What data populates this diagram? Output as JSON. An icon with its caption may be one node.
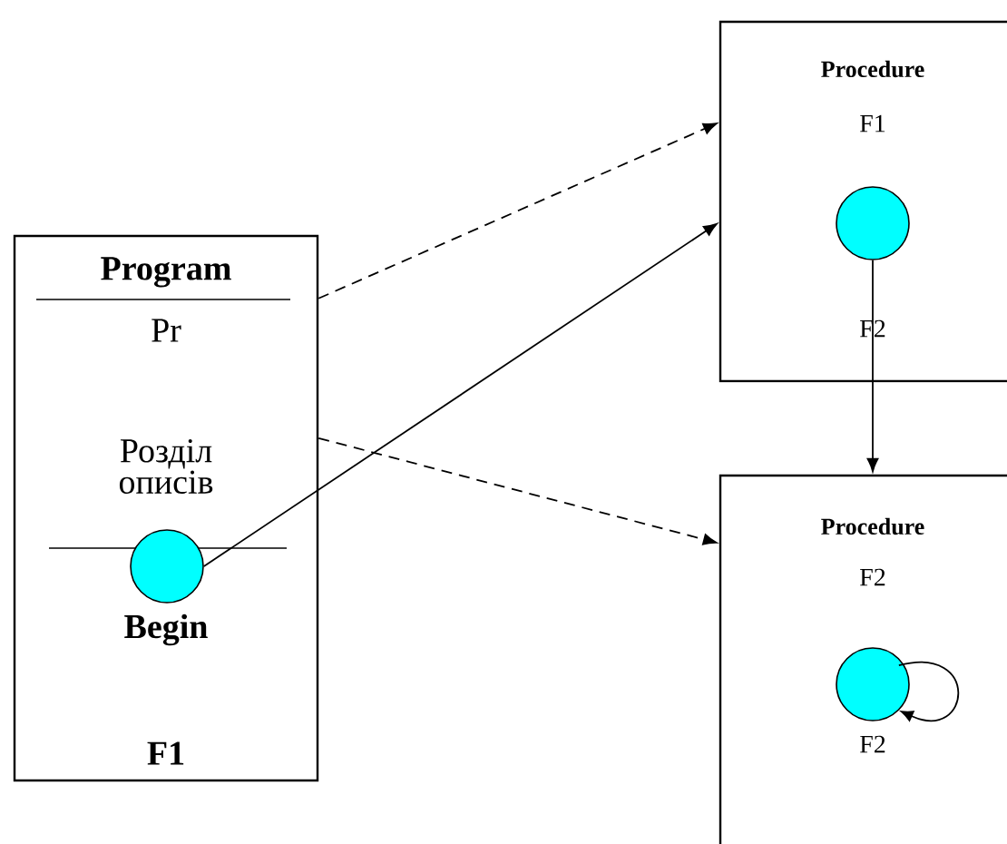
{
  "diagram": {
    "nodes": [
      {
        "text": [
          "**Program**",
          "Pr",
          "Розділ описів",
          "**Begin**",
          "**F1**"
        ]
      },
      {
        "text": [],
        "shape": "circle",
        "in": 0
      },
      {
        "text": [
          "**Procedure**",
          "F1",
          "F2"
        ]
      },
      {
        "text": [],
        "shape": "circle",
        "in": 2
      },
      {
        "text": [
          "**Procedure**",
          "F2",
          "F2"
        ]
      },
      {
        "text": [],
        "shape": "circle",
        "in": 4
      }
    ],
    "edges": [
      {
        "from": 0,
        "to": 2,
        "arrow": "to",
        "style": "dashed"
      },
      {
        "from": 1,
        "to": 2,
        "arrow": "to"
      },
      {
        "from": 0,
        "to": 4,
        "arrow": "to",
        "style": "dashed"
      },
      {
        "from": 3,
        "to": 4,
        "arrow": "to"
      },
      {
        "from": 5,
        "to": 5,
        "arrow": "to"
      }
    ]
  }
}
